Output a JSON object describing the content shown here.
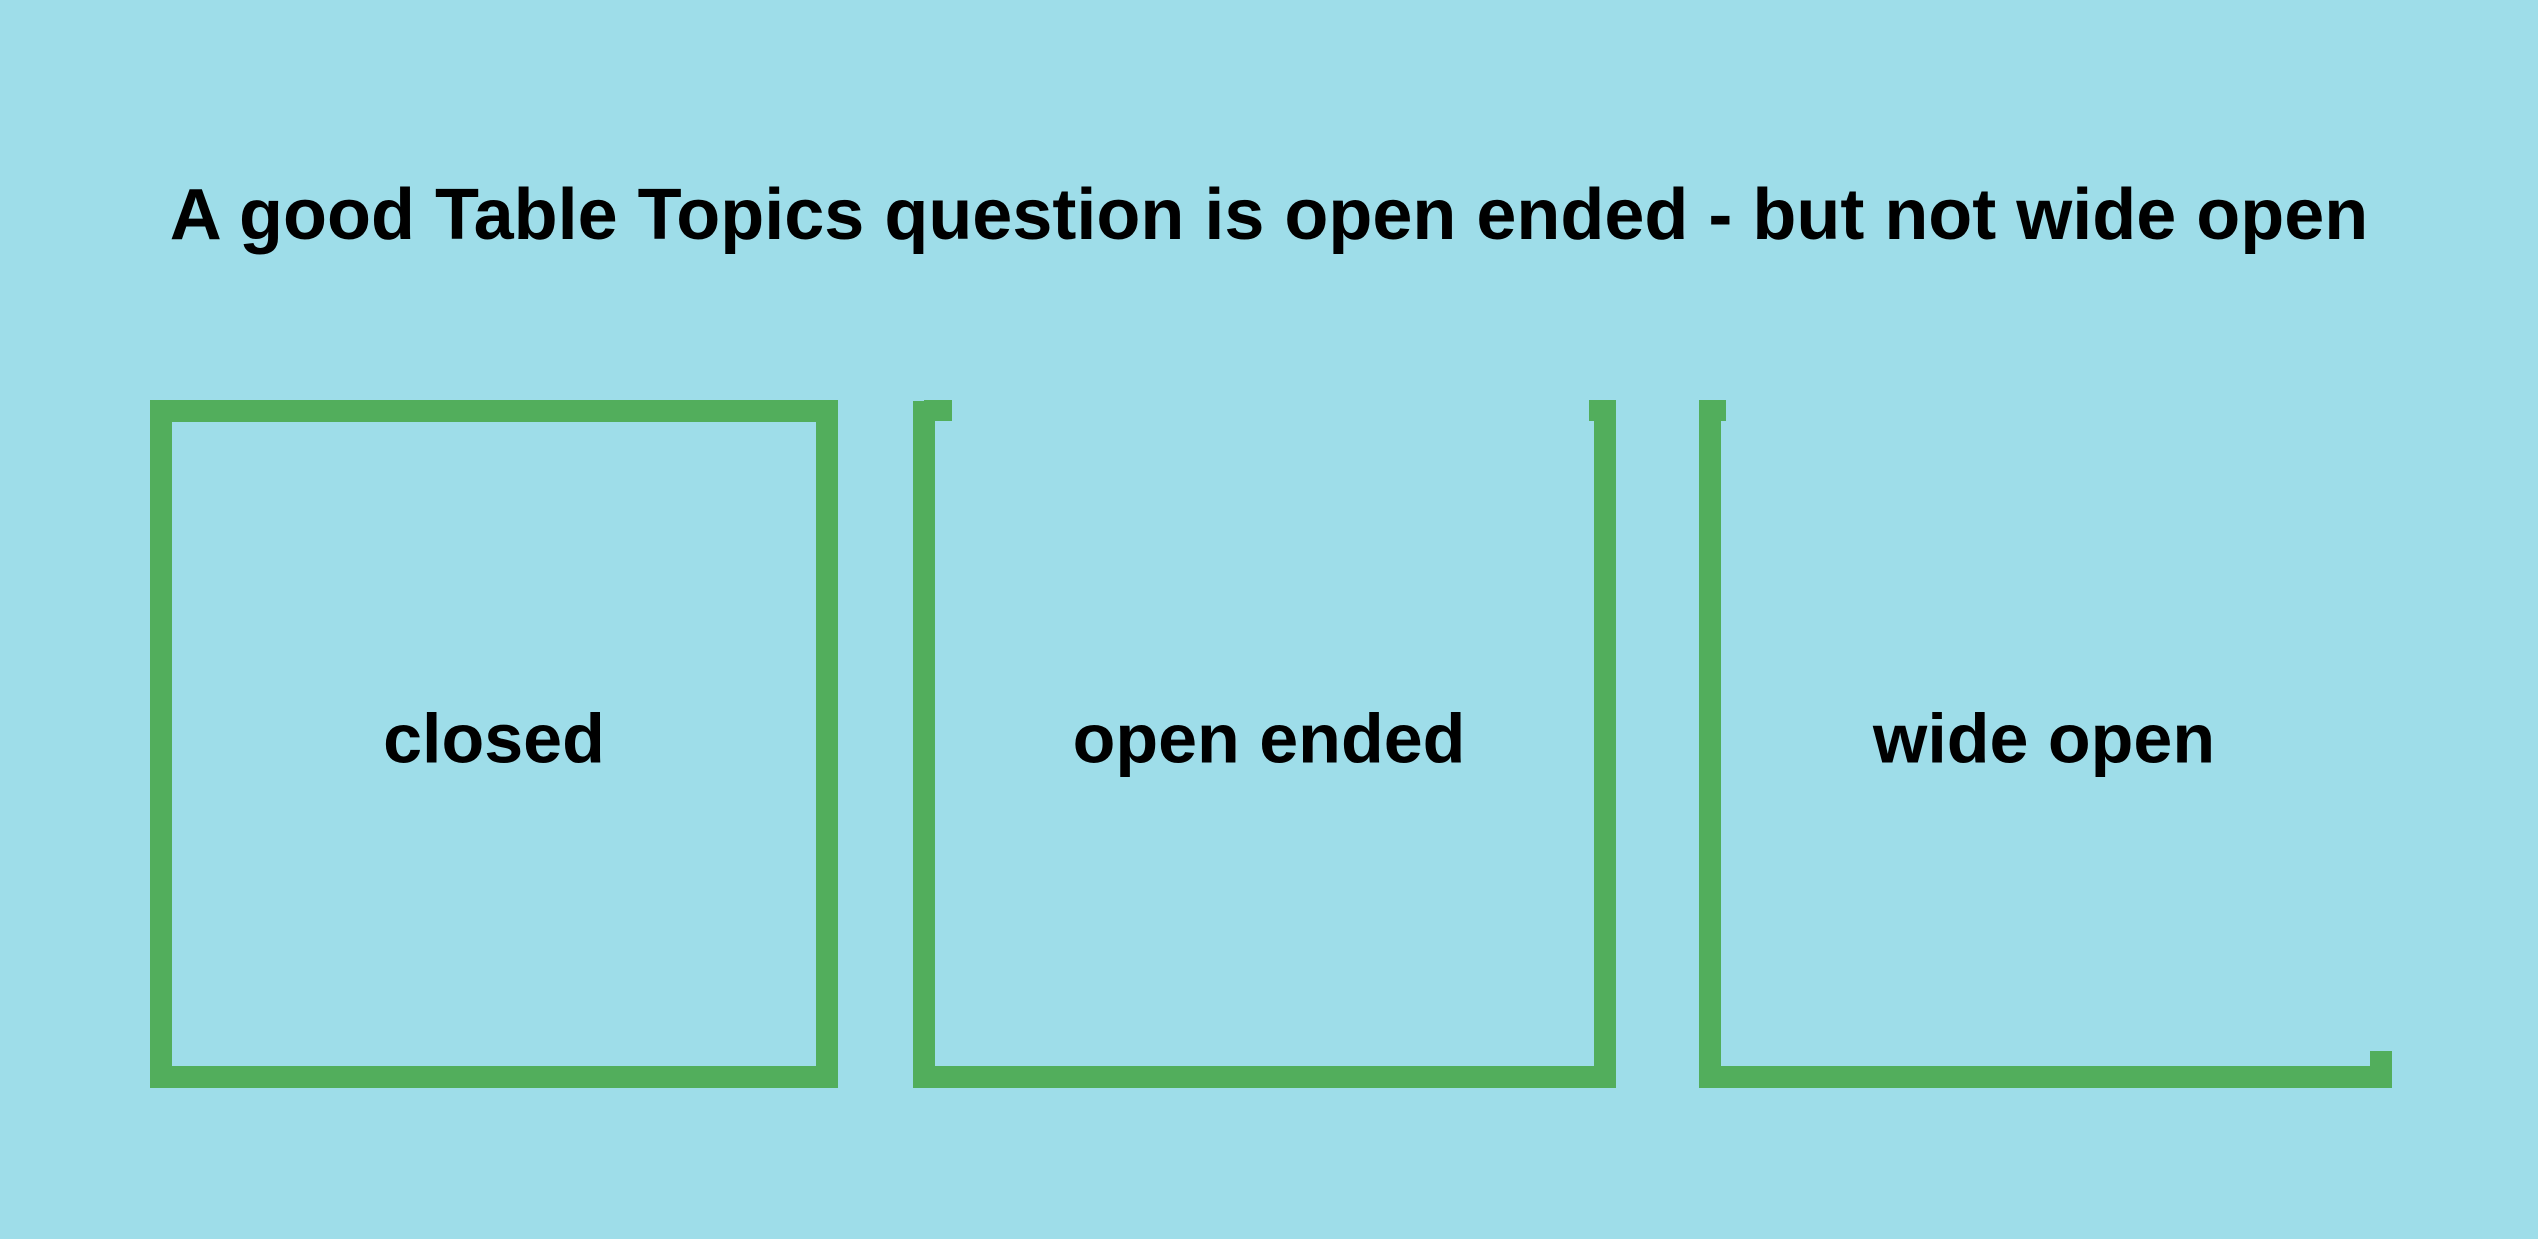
{
  "title": "A good Table Topics question is open ended - but not wide open",
  "colors": {
    "background": "#9edde9",
    "frame": "#52ae5c",
    "text": "#000000"
  },
  "boxes": [
    {
      "label": "closed",
      "style": "fully-enclosed frame"
    },
    {
      "label": "open ended",
      "style": "open top with small lips at both top corners"
    },
    {
      "label": "wide open",
      "style": "left side and bottom only, with a small upturn at bottom right"
    }
  ]
}
